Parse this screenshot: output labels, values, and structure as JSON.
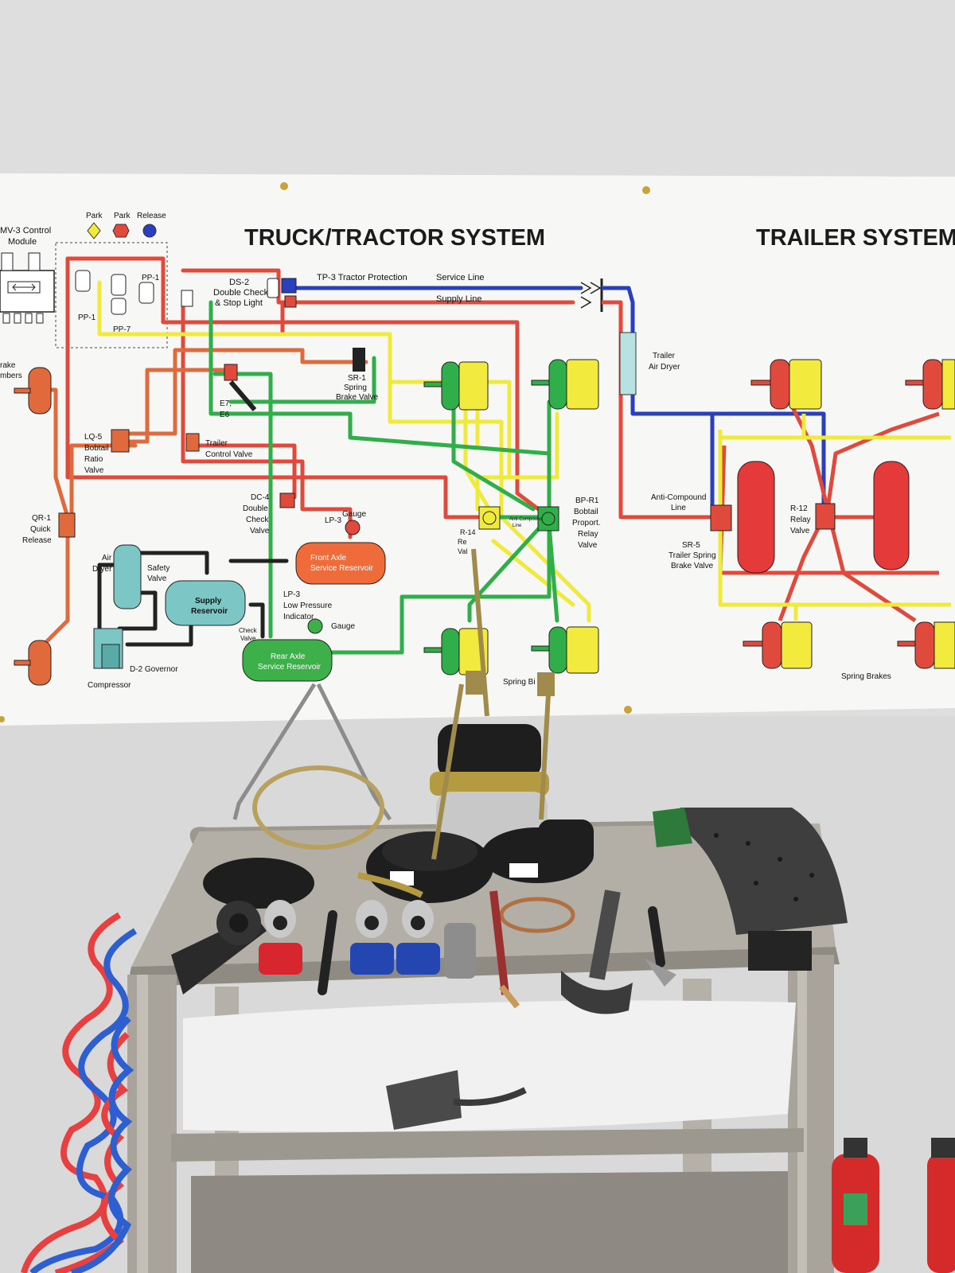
{
  "poster": {
    "title_tractor": "TRUCK/TRACTOR SYSTEM",
    "title_trailer": "TRAILER SYSTEM",
    "legend": [
      "Park",
      "Park",
      "Release"
    ],
    "labels": {
      "mv3": [
        "MV-3 Control",
        "Module"
      ],
      "pp1_top": "PP-1",
      "pp1_left": "PP-1",
      "pp7": "PP-7",
      "ds2": [
        "DS-2",
        "Double Check",
        "& Stop Light"
      ],
      "tp3": "TP-3 Tractor Protection",
      "service_line": "Service Line",
      "supply_line": "Supply Line",
      "sr1": [
        "SR-1",
        "Spring",
        "Brake Valve"
      ],
      "e7": [
        "E7,",
        "E6"
      ],
      "brake_chambers": [
        "rake",
        "mbers"
      ],
      "lq5": [
        "LQ-5",
        "Bobtail",
        "Ratio",
        "Valve"
      ],
      "trailer_control": [
        "Trailer",
        "Control Valve"
      ],
      "dc4": [
        "DC-4",
        "Double",
        "Check",
        "Valve"
      ],
      "lp3_top": "LP-3",
      "gauge_top": "Gauge",
      "qr1": [
        "QR-1",
        "Quick",
        "Release"
      ],
      "air_dryer": [
        "Air",
        "Dryer"
      ],
      "safety_valve": [
        "Safety",
        "Valve"
      ],
      "front_reservoir": [
        "Front Axle",
        "Service Reservoir"
      ],
      "supply_reservoir": [
        "Supply",
        "Reservoir"
      ],
      "lp3_low": [
        "LP-3",
        "Low Pressure",
        "Indicator"
      ],
      "gauge_low": "Gauge",
      "check_valve": [
        "Check",
        "Valve"
      ],
      "rear_reservoir": [
        "Rear Axle",
        "Service Reservoir"
      ],
      "d2": "D-2 Governor",
      "compressor": "Compressor",
      "r14": [
        "R-14",
        "Re",
        "Val"
      ],
      "anti_comp_small": [
        "Anti-Compound",
        "Line"
      ],
      "bp_r1": [
        "BP-R1",
        "Bobtail",
        "Proport.",
        "Relay",
        "Valve"
      ],
      "spring_bi": "Spring Bi",
      "trailer_dryer": [
        "Trailer",
        "Air Dryer"
      ],
      "anti_comp": [
        "Anti-Compound",
        "Line"
      ],
      "sr5": [
        "SR-5",
        "Trailer Spring",
        "Brake Valve"
      ],
      "r12": [
        "R-12",
        "Relay",
        "Valve"
      ],
      "spring_brakes": "Spring Brakes"
    }
  },
  "colors": {
    "wall": "#dcdcdc",
    "poster": "#f6f6f6",
    "supply_red": "#e04a3c",
    "control_yellow": "#f0ea3a",
    "service_green": "#2fae4a",
    "service_blue": "#2a3fc0",
    "orange_line": "#e06a3c",
    "reservoir_red": "#e43a3a",
    "reservoir_orange": "#ef6b3a",
    "reservoir_green": "#3db04a",
    "teal": "#7cc6c6",
    "chamber_yellow": "#f2ea3c",
    "cart_steel": "#a9a49c"
  },
  "icons": [
    "brake-chamber-icon",
    "reservoir-tank-icon",
    "gladhand-coupler-icon",
    "slack-adjuster-icon",
    "brake-shoe-icon",
    "air-hose-coil-icon",
    "fire-extinguisher-icon"
  ]
}
